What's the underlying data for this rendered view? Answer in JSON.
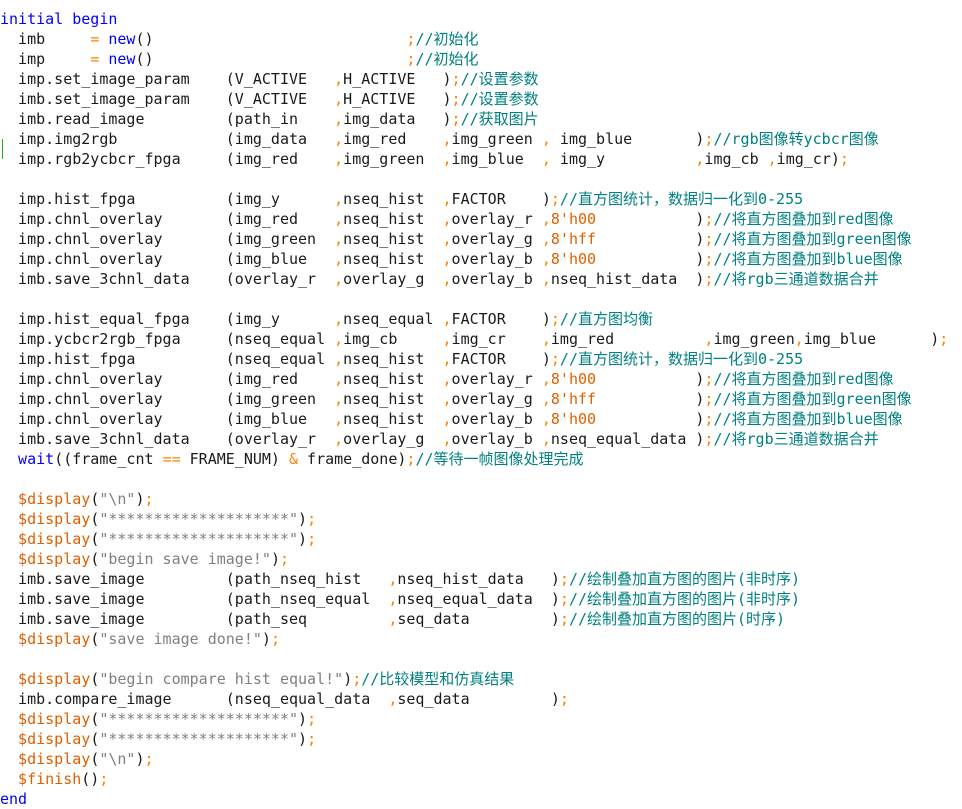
{
  "editor": {
    "lines": [
      [
        {
          "t": "initial begin",
          "c": "kw"
        }
      ],
      [
        {
          "t": "  imb     ",
          "c": "id"
        },
        {
          "t": "= ",
          "c": "op"
        },
        {
          "t": "new",
          "c": "kw"
        },
        {
          "t": "()",
          "c": "id"
        },
        {
          "t": "                            ",
          "c": "id"
        },
        {
          "t": ";",
          "c": "op"
        },
        {
          "t": "//初始化",
          "c": "cm"
        }
      ],
      [
        {
          "t": "  imp     ",
          "c": "id"
        },
        {
          "t": "= ",
          "c": "op"
        },
        {
          "t": "new",
          "c": "kw"
        },
        {
          "t": "()",
          "c": "id"
        },
        {
          "t": "                            ",
          "c": "id"
        },
        {
          "t": ";",
          "c": "op"
        },
        {
          "t": "//初始化",
          "c": "cm"
        }
      ],
      [
        {
          "t": "  imp.set_image_param    (V_ACTIVE   ",
          "c": "id"
        },
        {
          "t": ",",
          "c": "op"
        },
        {
          "t": "H_ACTIVE   ",
          "c": "id"
        },
        {
          "t": ")",
          "c": "id"
        },
        {
          "t": ";",
          "c": "op"
        },
        {
          "t": "//设置参数",
          "c": "cm"
        }
      ],
      [
        {
          "t": "  imb.set_image_param    (V_ACTIVE   ",
          "c": "id"
        },
        {
          "t": ",",
          "c": "op"
        },
        {
          "t": "H_ACTIVE   ",
          "c": "id"
        },
        {
          "t": ")",
          "c": "id"
        },
        {
          "t": ";",
          "c": "op"
        },
        {
          "t": "//设置参数",
          "c": "cm"
        }
      ],
      [
        {
          "t": "  imb.read_image         (path_in    ",
          "c": "id"
        },
        {
          "t": ",",
          "c": "op"
        },
        {
          "t": "img_data   ",
          "c": "id"
        },
        {
          "t": ")",
          "c": "id"
        },
        {
          "t": ";",
          "c": "op"
        },
        {
          "t": "//获取图片",
          "c": "cm"
        }
      ],
      [
        {
          "t": "  imp.img2rgb            (img_data   ",
          "c": "id"
        },
        {
          "t": ",",
          "c": "op"
        },
        {
          "t": "img_red    ",
          "c": "id"
        },
        {
          "t": ",",
          "c": "op"
        },
        {
          "t": "img_green ",
          "c": "id"
        },
        {
          "t": ",",
          "c": "op"
        },
        {
          "t": " img_blue       ",
          "c": "id"
        },
        {
          "t": ")",
          "c": "id"
        },
        {
          "t": ";",
          "c": "op"
        },
        {
          "t": "//rgb图像转ycbcr图像",
          "c": "cm"
        }
      ],
      [
        {
          "t": "  imp.rgb2ycbcr_fpga     (img_red    ",
          "c": "id"
        },
        {
          "t": ",",
          "c": "op"
        },
        {
          "t": "img_green  ",
          "c": "id"
        },
        {
          "t": ",",
          "c": "op"
        },
        {
          "t": "img_blue  ",
          "c": "id"
        },
        {
          "t": ",",
          "c": "op"
        },
        {
          "t": " img_y          ",
          "c": "id"
        },
        {
          "t": ",",
          "c": "op"
        },
        {
          "t": "img_cb ",
          "c": "id"
        },
        {
          "t": ",",
          "c": "op"
        },
        {
          "t": "img_cr)",
          "c": "id"
        },
        {
          "t": ";",
          "c": "op"
        }
      ],
      [],
      [
        {
          "t": "  imp.hist_fpga          (img_y      ",
          "c": "id"
        },
        {
          "t": ",",
          "c": "op"
        },
        {
          "t": "nseq_hist  ",
          "c": "id"
        },
        {
          "t": ",",
          "c": "op"
        },
        {
          "t": "FACTOR    ",
          "c": "id"
        },
        {
          "t": ")",
          "c": "id"
        },
        {
          "t": ";",
          "c": "op"
        },
        {
          "t": "//直方图统计，数据归一化到0-255",
          "c": "cm"
        }
      ],
      [
        {
          "t": "  imp.chnl_overlay       (img_red    ",
          "c": "id"
        },
        {
          "t": ",",
          "c": "op"
        },
        {
          "t": "nseq_hist  ",
          "c": "id"
        },
        {
          "t": ",",
          "c": "op"
        },
        {
          "t": "overlay_r ",
          "c": "id"
        },
        {
          "t": ",",
          "c": "op"
        },
        {
          "t": "8'h00",
          "c": "sys"
        },
        {
          "t": "           ",
          "c": "id"
        },
        {
          "t": ")",
          "c": "id"
        },
        {
          "t": ";",
          "c": "op"
        },
        {
          "t": "//将直方图叠加到red图像",
          "c": "cm"
        }
      ],
      [
        {
          "t": "  imp.chnl_overlay       (img_green  ",
          "c": "id"
        },
        {
          "t": ",",
          "c": "op"
        },
        {
          "t": "nseq_hist  ",
          "c": "id"
        },
        {
          "t": ",",
          "c": "op"
        },
        {
          "t": "overlay_g ",
          "c": "id"
        },
        {
          "t": ",",
          "c": "op"
        },
        {
          "t": "8'hff",
          "c": "sys"
        },
        {
          "t": "           ",
          "c": "id"
        },
        {
          "t": ")",
          "c": "id"
        },
        {
          "t": ";",
          "c": "op"
        },
        {
          "t": "//将直方图叠加到green图像",
          "c": "cm"
        }
      ],
      [
        {
          "t": "  imp.chnl_overlay       (img_blue   ",
          "c": "id"
        },
        {
          "t": ",",
          "c": "op"
        },
        {
          "t": "nseq_hist  ",
          "c": "id"
        },
        {
          "t": ",",
          "c": "op"
        },
        {
          "t": "overlay_b ",
          "c": "id"
        },
        {
          "t": ",",
          "c": "op"
        },
        {
          "t": "8'h00",
          "c": "sys"
        },
        {
          "t": "           ",
          "c": "id"
        },
        {
          "t": ")",
          "c": "id"
        },
        {
          "t": ";",
          "c": "op"
        },
        {
          "t": "//将直方图叠加到blue图像",
          "c": "cm"
        }
      ],
      [
        {
          "t": "  imb.save_3chnl_data    (overlay_r  ",
          "c": "id"
        },
        {
          "t": ",",
          "c": "op"
        },
        {
          "t": "overlay_g  ",
          "c": "id"
        },
        {
          "t": ",",
          "c": "op"
        },
        {
          "t": "overlay_b ",
          "c": "id"
        },
        {
          "t": ",",
          "c": "op"
        },
        {
          "t": "nseq_hist_data  ",
          "c": "id"
        },
        {
          "t": ")",
          "c": "id"
        },
        {
          "t": ";",
          "c": "op"
        },
        {
          "t": "//将rgb三通道数据合并",
          "c": "cm"
        }
      ],
      [],
      [
        {
          "t": "  imp.hist_equal_fpga    (img_y      ",
          "c": "id"
        },
        {
          "t": ",",
          "c": "op"
        },
        {
          "t": "nseq_equal ",
          "c": "id"
        },
        {
          "t": ",",
          "c": "op"
        },
        {
          "t": "FACTOR    ",
          "c": "id"
        },
        {
          "t": ")",
          "c": "id"
        },
        {
          "t": ";",
          "c": "op"
        },
        {
          "t": "//直方图均衡",
          "c": "cm"
        }
      ],
      [
        {
          "t": "  imp.ycbcr2rgb_fpga     (nseq_equal ",
          "c": "id"
        },
        {
          "t": ",",
          "c": "op"
        },
        {
          "t": "img_cb     ",
          "c": "id"
        },
        {
          "t": ",",
          "c": "op"
        },
        {
          "t": "img_cr    ",
          "c": "id"
        },
        {
          "t": ",",
          "c": "op"
        },
        {
          "t": "img_red          ",
          "c": "id"
        },
        {
          "t": ",",
          "c": "op"
        },
        {
          "t": "img_green",
          "c": "id"
        },
        {
          "t": ",",
          "c": "op"
        },
        {
          "t": "img_blue      ",
          "c": "id"
        },
        {
          "t": ")",
          "c": "id"
        },
        {
          "t": ";",
          "c": "op"
        }
      ],
      [
        {
          "t": "  imp.hist_fpga          (nseq_equal ",
          "c": "id"
        },
        {
          "t": ",",
          "c": "op"
        },
        {
          "t": "nseq_hist  ",
          "c": "id"
        },
        {
          "t": ",",
          "c": "op"
        },
        {
          "t": "FACTOR    ",
          "c": "id"
        },
        {
          "t": ")",
          "c": "id"
        },
        {
          "t": ";",
          "c": "op"
        },
        {
          "t": "//直方图统计，数据归一化到0-255",
          "c": "cm"
        }
      ],
      [
        {
          "t": "  imp.chnl_overlay       (img_red    ",
          "c": "id"
        },
        {
          "t": ",",
          "c": "op"
        },
        {
          "t": "nseq_hist  ",
          "c": "id"
        },
        {
          "t": ",",
          "c": "op"
        },
        {
          "t": "overlay_r ",
          "c": "id"
        },
        {
          "t": ",",
          "c": "op"
        },
        {
          "t": "8'h00",
          "c": "sys"
        },
        {
          "t": "           ",
          "c": "id"
        },
        {
          "t": ")",
          "c": "id"
        },
        {
          "t": ";",
          "c": "op"
        },
        {
          "t": "//将直方图叠加到red图像",
          "c": "cm"
        }
      ],
      [
        {
          "t": "  imp.chnl_overlay       (img_green  ",
          "c": "id"
        },
        {
          "t": ",",
          "c": "op"
        },
        {
          "t": "nseq_hist  ",
          "c": "id"
        },
        {
          "t": ",",
          "c": "op"
        },
        {
          "t": "overlay_g ",
          "c": "id"
        },
        {
          "t": ",",
          "c": "op"
        },
        {
          "t": "8'hff",
          "c": "sys"
        },
        {
          "t": "           ",
          "c": "id"
        },
        {
          "t": ")",
          "c": "id"
        },
        {
          "t": ";",
          "c": "op"
        },
        {
          "t": "//将直方图叠加到green图像",
          "c": "cm"
        }
      ],
      [
        {
          "t": "  imp.chnl_overlay       (img_blue   ",
          "c": "id"
        },
        {
          "t": ",",
          "c": "op"
        },
        {
          "t": "nseq_hist  ",
          "c": "id"
        },
        {
          "t": ",",
          "c": "op"
        },
        {
          "t": "overlay_b ",
          "c": "id"
        },
        {
          "t": ",",
          "c": "op"
        },
        {
          "t": "8'h00",
          "c": "sys"
        },
        {
          "t": "           ",
          "c": "id"
        },
        {
          "t": ")",
          "c": "id"
        },
        {
          "t": ";",
          "c": "op"
        },
        {
          "t": "//将直方图叠加到blue图像",
          "c": "cm"
        }
      ],
      [
        {
          "t": "  imb.save_3chnl_data    (overlay_r  ",
          "c": "id"
        },
        {
          "t": ",",
          "c": "op"
        },
        {
          "t": "overlay_g  ",
          "c": "id"
        },
        {
          "t": ",",
          "c": "op"
        },
        {
          "t": "overlay_b ",
          "c": "id"
        },
        {
          "t": ",",
          "c": "op"
        },
        {
          "t": "nseq_equal_data ",
          "c": "id"
        },
        {
          "t": ")",
          "c": "id"
        },
        {
          "t": ";",
          "c": "op"
        },
        {
          "t": "//将rgb三通道数据合并",
          "c": "cm"
        }
      ],
      [
        {
          "t": "  wait",
          "c": "kw"
        },
        {
          "t": "((frame_cnt ",
          "c": "id"
        },
        {
          "t": "==",
          "c": "op"
        },
        {
          "t": " FRAME_NUM) ",
          "c": "id"
        },
        {
          "t": "&",
          "c": "op"
        },
        {
          "t": " frame_done)",
          "c": "id"
        },
        {
          "t": ";",
          "c": "op"
        },
        {
          "t": "//等待一帧图像处理完成",
          "c": "cm"
        }
      ],
      [],
      [
        {
          "t": "  $display",
          "c": "sys"
        },
        {
          "t": "(",
          "c": "id"
        },
        {
          "t": "\"\\n\"",
          "c": "str"
        },
        {
          "t": ")",
          "c": "id"
        },
        {
          "t": ";",
          "c": "op"
        }
      ],
      [
        {
          "t": "  $display",
          "c": "sys"
        },
        {
          "t": "(",
          "c": "id"
        },
        {
          "t": "\"********************\"",
          "c": "str"
        },
        {
          "t": ")",
          "c": "id"
        },
        {
          "t": ";",
          "c": "op"
        }
      ],
      [
        {
          "t": "  $display",
          "c": "sys"
        },
        {
          "t": "(",
          "c": "id"
        },
        {
          "t": "\"********************\"",
          "c": "str"
        },
        {
          "t": ")",
          "c": "id"
        },
        {
          "t": ";",
          "c": "op"
        }
      ],
      [
        {
          "t": "  $display",
          "c": "sys"
        },
        {
          "t": "(",
          "c": "id"
        },
        {
          "t": "\"begin save image!\"",
          "c": "str"
        },
        {
          "t": ")",
          "c": "id"
        },
        {
          "t": ";",
          "c": "op"
        }
      ],
      [
        {
          "t": "  imb.save_image         (path_nseq_hist   ",
          "c": "id"
        },
        {
          "t": ",",
          "c": "op"
        },
        {
          "t": "nseq_hist_data   ",
          "c": "id"
        },
        {
          "t": ")",
          "c": "id"
        },
        {
          "t": ";",
          "c": "op"
        },
        {
          "t": "//绘制叠加直方图的图片(非时序)",
          "c": "cm"
        }
      ],
      [
        {
          "t": "  imb.save_image         (path_nseq_equal  ",
          "c": "id"
        },
        {
          "t": ",",
          "c": "op"
        },
        {
          "t": "nseq_equal_data  ",
          "c": "id"
        },
        {
          "t": ")",
          "c": "id"
        },
        {
          "t": ";",
          "c": "op"
        },
        {
          "t": "//绘制叠加直方图的图片(非时序)",
          "c": "cm"
        }
      ],
      [
        {
          "t": "  imb.save_image         (path_seq         ",
          "c": "id"
        },
        {
          "t": ",",
          "c": "op"
        },
        {
          "t": "seq_data         ",
          "c": "id"
        },
        {
          "t": ")",
          "c": "id"
        },
        {
          "t": ";",
          "c": "op"
        },
        {
          "t": "//绘制叠加直方图的图片(时序)",
          "c": "cm"
        }
      ],
      [
        {
          "t": "  $display",
          "c": "sys"
        },
        {
          "t": "(",
          "c": "id"
        },
        {
          "t": "\"save image done!\"",
          "c": "str"
        },
        {
          "t": ")",
          "c": "id"
        },
        {
          "t": ";",
          "c": "op"
        }
      ],
      [],
      [
        {
          "t": "  $display",
          "c": "sys"
        },
        {
          "t": "(",
          "c": "id"
        },
        {
          "t": "\"begin compare hist equal!\"",
          "c": "str"
        },
        {
          "t": ")",
          "c": "id"
        },
        {
          "t": ";",
          "c": "op"
        },
        {
          "t": "//比较模型和仿真结果",
          "c": "cm"
        }
      ],
      [
        {
          "t": "  imb.compare_image      (nseq_equal_data  ",
          "c": "id"
        },
        {
          "t": ",",
          "c": "op"
        },
        {
          "t": "seq_data         ",
          "c": "id"
        },
        {
          "t": ")",
          "c": "id"
        },
        {
          "t": ";",
          "c": "op"
        }
      ],
      [
        {
          "t": "  $display",
          "c": "sys"
        },
        {
          "t": "(",
          "c": "id"
        },
        {
          "t": "\"********************\"",
          "c": "str"
        },
        {
          "t": ")",
          "c": "id"
        },
        {
          "t": ";",
          "c": "op"
        }
      ],
      [
        {
          "t": "  $display",
          "c": "sys"
        },
        {
          "t": "(",
          "c": "id"
        },
        {
          "t": "\"********************\"",
          "c": "str"
        },
        {
          "t": ")",
          "c": "id"
        },
        {
          "t": ";",
          "c": "op"
        }
      ],
      [
        {
          "t": "  $display",
          "c": "sys"
        },
        {
          "t": "(",
          "c": "id"
        },
        {
          "t": "\"\\n\"",
          "c": "str"
        },
        {
          "t": ")",
          "c": "id"
        },
        {
          "t": ";",
          "c": "op"
        }
      ],
      [
        {
          "t": "  $finish",
          "c": "sys"
        },
        {
          "t": "()",
          "c": "id"
        },
        {
          "t": ";",
          "c": "op"
        }
      ],
      [
        {
          "t": "end",
          "c": "kw"
        }
      ]
    ]
  }
}
